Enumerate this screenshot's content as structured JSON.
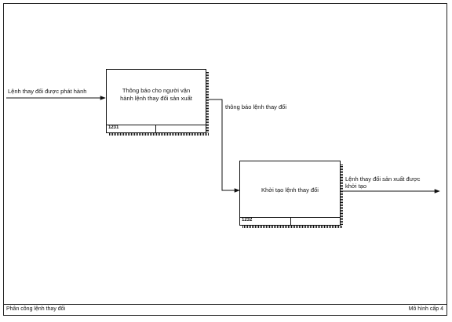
{
  "boxes": [
    {
      "title_line1": "Thông báo cho người vận",
      "title_line2": "hành lệnh thay đổi sản xuất",
      "id": "1231"
    },
    {
      "title_line1": "Khởi tạo lệnh thay đổi",
      "id": "1232"
    }
  ],
  "arrows": {
    "input": "Lệnh thay đổi được phát hành",
    "middle": "thông báo lệnh thay đổi",
    "output_line1": "Lệnh thay đổi sản xuất được",
    "output_line2": "khởi tạo"
  },
  "footer": {
    "left": "Phân công lệnh thay đổi",
    "right": "Mô hình cấp 4"
  }
}
